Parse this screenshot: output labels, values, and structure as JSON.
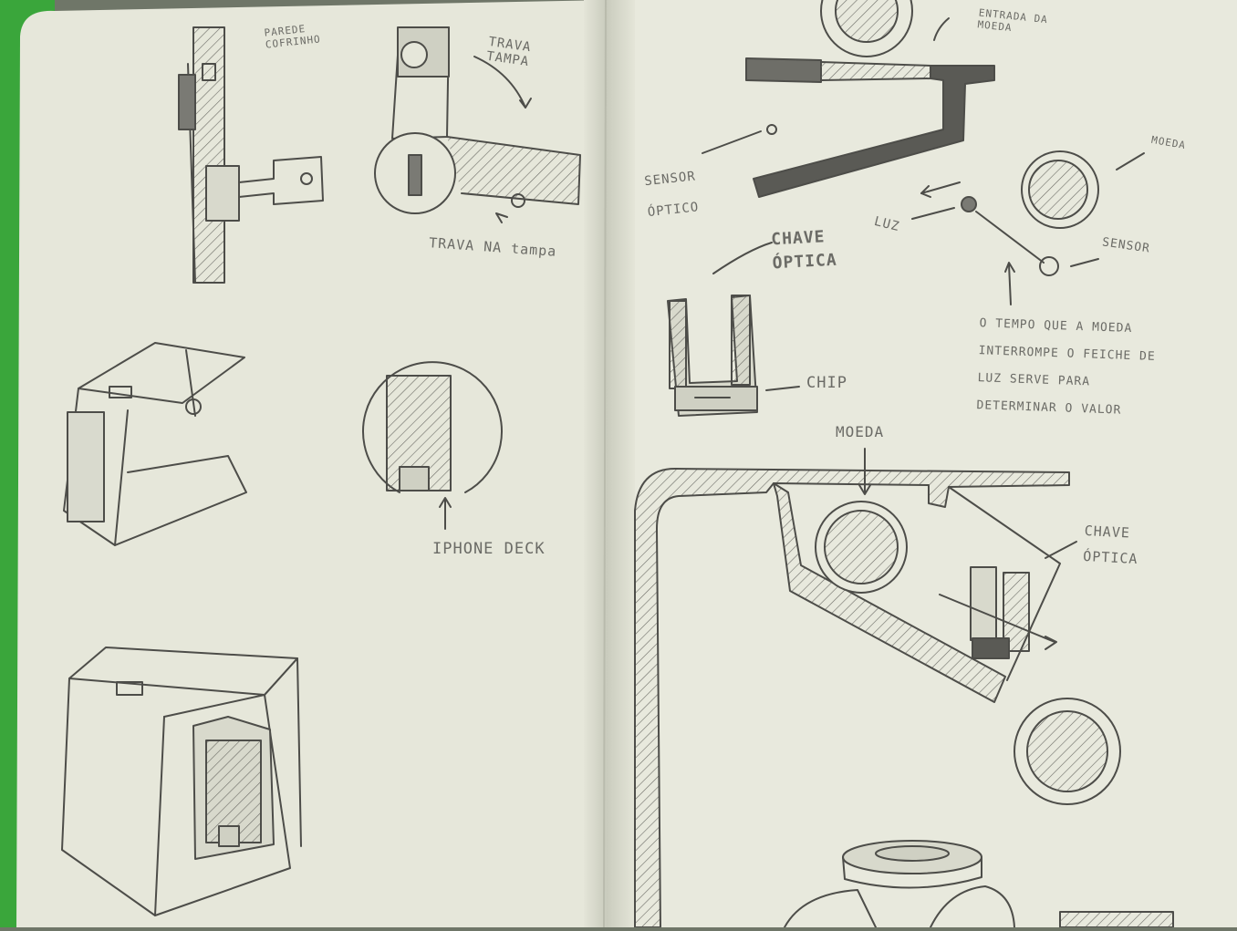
{
  "colors": {
    "background": "#6f7668",
    "page": "#e7e8dc",
    "page_shadow": "#cfd1c3",
    "cover": "#3aa63b",
    "pencil": "#4a4a46"
  },
  "labels": {
    "parede_cofrinho": "PAREDE COFRINHO",
    "trava_tampa": "TRAVA TAMPA",
    "trava_na_tampa": "TRAVA NA tampa",
    "iphone_deck": "IPHONE DECK",
    "sensor_optico": "SENSOR ÓPTICO",
    "chave_optica_1": "CHAVE ÓPTICA",
    "chip": "CHIP",
    "moeda_1": "MOEDA",
    "luz": "LUZ",
    "sensor_2": "SENSOR",
    "descricao": "O TEMPO QUE A MOEDA INTERROMPE O FEICHE DE LUZ SERVE PARA DETERMINAR O VALOR",
    "moeda_2": "MOEDA",
    "chave_optica_2": "CHAVE ÓPTICA",
    "entrada_moeda": "ENTRADA DA MOEDA"
  }
}
